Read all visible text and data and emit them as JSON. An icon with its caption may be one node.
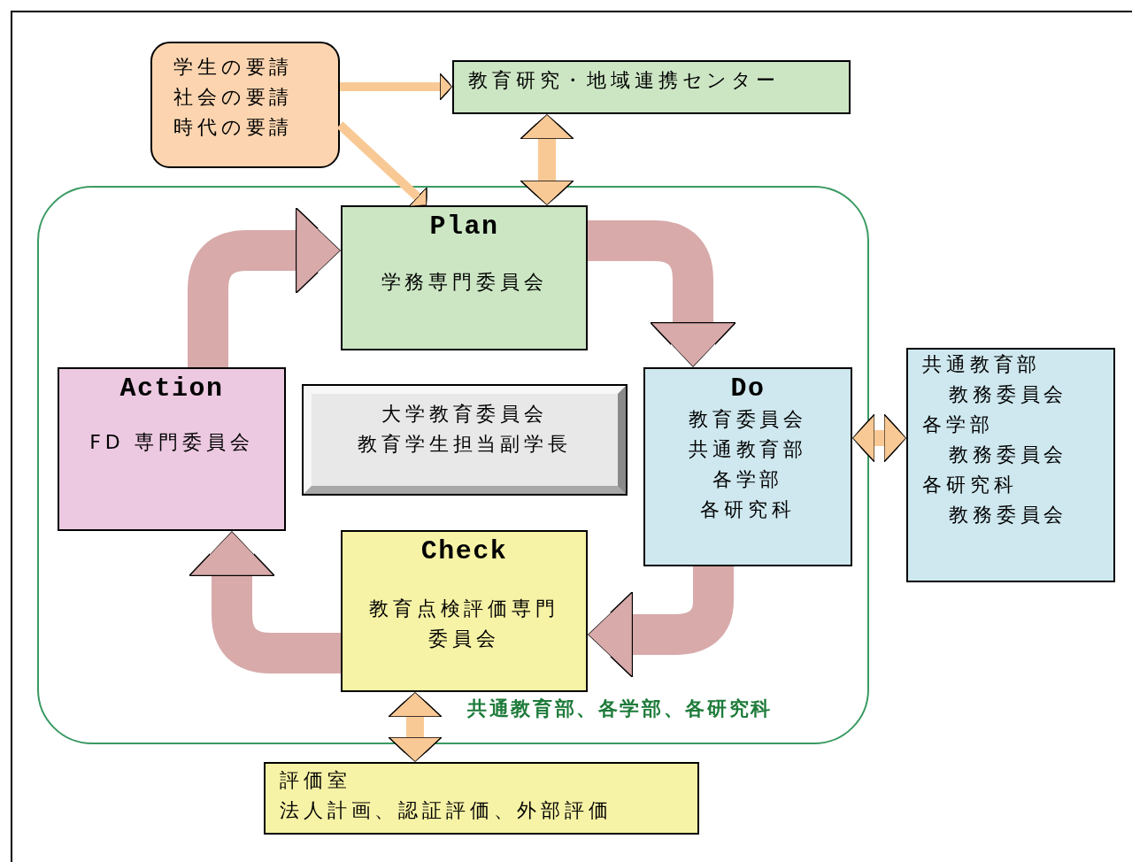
{
  "diagram": {
    "nodes": [
      {
        "text": [
          "学生の要請",
          "社会の要請",
          "時代の要請"
        ]
      },
      {
        "text": [
          "教育研究・地域連携センター"
        ]
      },
      {
        "text": [
          "共通教育部、各学部、各研究科"
        ]
      },
      {
        "text": [
          "Plan",
          "学務専門委員会"
        ],
        "in": 2
      },
      {
        "text": [
          "Action",
          "FD 専門委員会"
        ],
        "in": 2
      },
      {
        "text": [
          "大学教育委員会",
          "教育学生担当副学長"
        ],
        "in": 2
      },
      {
        "text": [
          "Do",
          "教育委員会",
          "共通教育部",
          "各学部",
          "各研究科"
        ],
        "in": 2
      },
      {
        "text": [
          "Check",
          "教育点検評価専門委員会"
        ],
        "in": 2
      },
      {
        "text": [
          "共通教育部",
          "教務委員会",
          "各学部",
          "教務委員会",
          "各研究科",
          "教務委員会"
        ]
      },
      {
        "text": [
          "評価室",
          "法人計画、認証評価、外部評価"
        ]
      }
    ],
    "edges": [
      {
        "from": 0,
        "to": 1,
        "arrow": "to"
      },
      {
        "from": 0,
        "to": 3,
        "arrow": "to"
      },
      {
        "from": 1,
        "to": 3,
        "arrow": "both"
      },
      {
        "from": 3,
        "to": 6,
        "arrow": "to",
        "style": "thick",
        "color": "#d8aaaa"
      },
      {
        "from": 6,
        "to": 7,
        "arrow": "to",
        "style": "thick",
        "color": "#d8aaaa"
      },
      {
        "from": 7,
        "to": 4,
        "arrow": "to",
        "style": "thick",
        "color": "#d8aaaa"
      },
      {
        "from": 4,
        "to": 3,
        "arrow": "to",
        "style": "thick",
        "color": "#d8aaaa"
      },
      {
        "from": 6,
        "to": 8,
        "arrow": "both"
      },
      {
        "from": 7,
        "to": 9,
        "arrow": "both"
      }
    ]
  }
}
